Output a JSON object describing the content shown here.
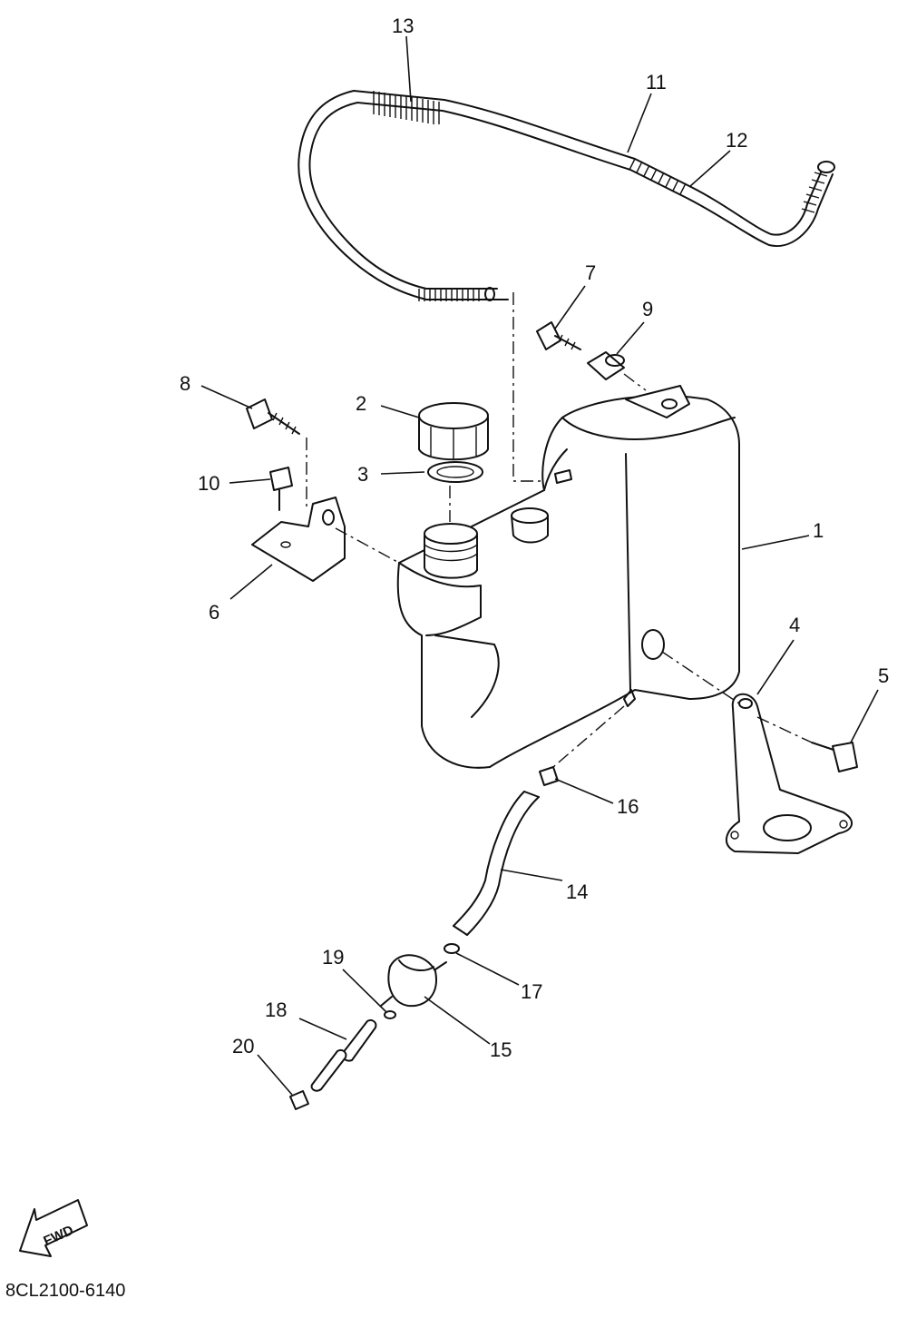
{
  "callouts": {
    "c1": "1",
    "c2": "2",
    "c3": "3",
    "c4": "4",
    "c5": "5",
    "c6": "6",
    "c7": "7",
    "c8": "8",
    "c9": "9",
    "c10": "10",
    "c11": "11",
    "c12": "12",
    "c13": "13",
    "c14": "14",
    "c15": "15",
    "c16": "16",
    "c17": "17",
    "c18": "18",
    "c19": "19",
    "c20": "20"
  },
  "fwd_label": "FWD",
  "diagram_code": "8CL2100-6140",
  "colors": {
    "line": "#111111",
    "background": "#ffffff"
  }
}
